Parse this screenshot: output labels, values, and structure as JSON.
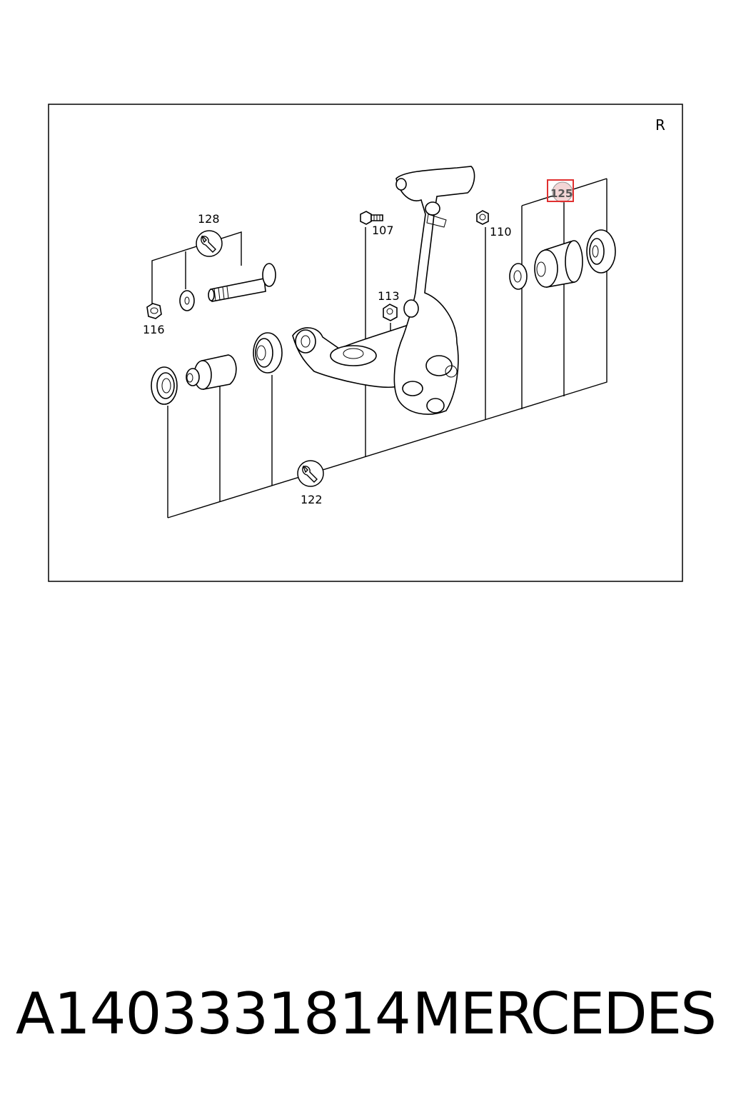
{
  "diagram": {
    "corner_label": "R",
    "callouts": {
      "c107": "107",
      "c110": "110",
      "c113": "113",
      "c116": "116",
      "c122": "122",
      "c125": "125",
      "c128": "128"
    },
    "highlighted_callout": "125",
    "highlight_color": "#e03030",
    "tool_icons": [
      "wrench-icon",
      "wrench-icon"
    ]
  },
  "footer": {
    "part_number": "A1403331814",
    "brand": "MERCEDES"
  }
}
